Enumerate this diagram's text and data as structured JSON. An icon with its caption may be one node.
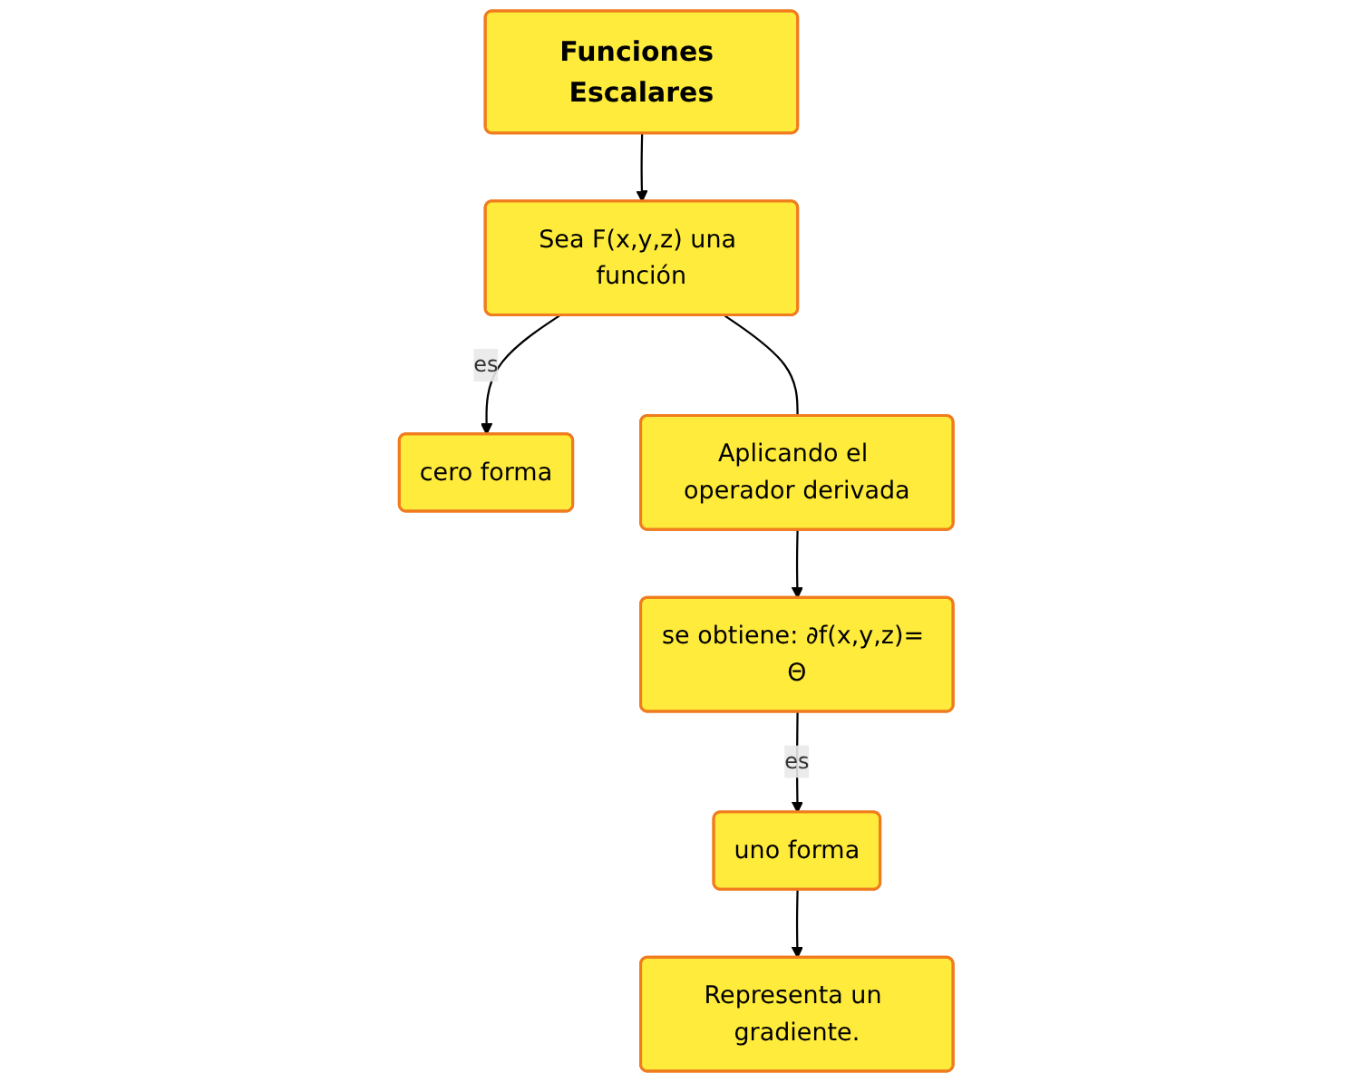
{
  "diagram": {
    "nodes": [
      {
        "text": [
          "Funciones Escalares"
        ]
      },
      {
        "text": [
          "Sea F(x,y,z) una función"
        ]
      },
      {
        "text": [
          "cero forma"
        ]
      },
      {
        "text": [
          "Aplicando el operador derivada"
        ]
      },
      {
        "text": [
          "se obtiene: ∂f(x,y,z)= Θ"
        ]
      },
      {
        "text": [
          "uno forma"
        ]
      },
      {
        "text": [
          "Representa un gradiente."
        ]
      }
    ],
    "edges": [
      {
        "from": 0,
        "to": 1,
        "arrow": "to"
      },
      {
        "from": 1,
        "to": 2,
        "arrow": "to",
        "label": "es"
      },
      {
        "from": 1,
        "to": 3,
        "arrow": "none"
      },
      {
        "from": 3,
        "to": 4,
        "arrow": "to"
      },
      {
        "from": 4,
        "to": 5,
        "arrow": "to",
        "label": "es"
      },
      {
        "from": 5,
        "to": 6,
        "arrow": "to"
      }
    ]
  }
}
